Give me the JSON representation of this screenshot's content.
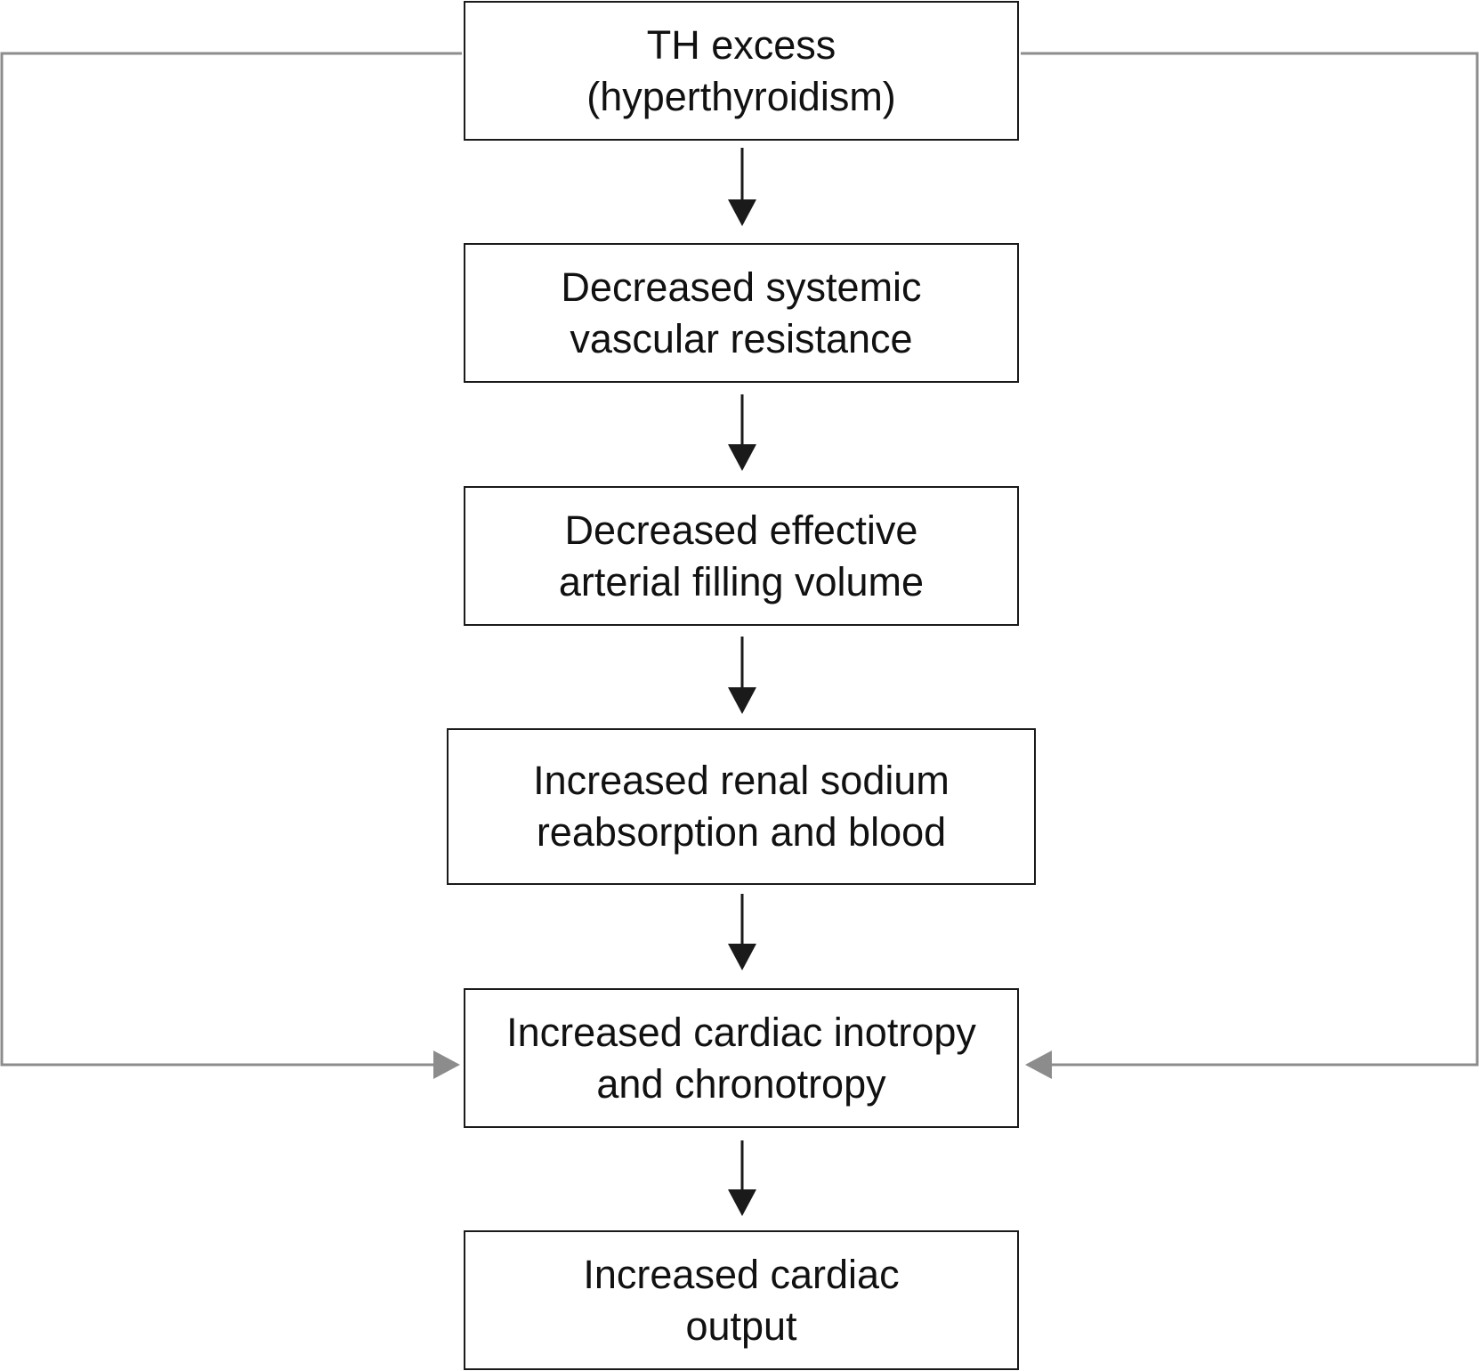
{
  "diagram": {
    "nodes": [
      {
        "id": "th_excess",
        "lines": [
          "TH excess",
          "(hyperthyroidism)"
        ]
      },
      {
        "id": "svr",
        "lines": [
          "Decreased systemic",
          "vascular resistance"
        ]
      },
      {
        "id": "eafv",
        "lines": [
          "Decreased effective",
          "arterial filling volume"
        ]
      },
      {
        "id": "renal",
        "lines": [
          "Increased renal sodium",
          "reabsorption and blood"
        ]
      },
      {
        "id": "inotropy",
        "lines": [
          "Increased cardiac inotropy",
          "and chronotropy"
        ]
      },
      {
        "id": "output",
        "lines": [
          "Increased cardiac",
          "output"
        ]
      }
    ],
    "edges": [
      {
        "from": "th_excess",
        "to": "svr",
        "style": "main"
      },
      {
        "from": "svr",
        "to": "eafv",
        "style": "main"
      },
      {
        "from": "eafv",
        "to": "renal",
        "style": "main"
      },
      {
        "from": "renal",
        "to": "inotropy",
        "style": "main"
      },
      {
        "from": "inotropy",
        "to": "output",
        "style": "main"
      },
      {
        "from": "th_excess",
        "to": "inotropy",
        "style": "feedback",
        "side": "left"
      },
      {
        "from": "th_excess",
        "to": "inotropy",
        "style": "feedback",
        "side": "right"
      }
    ],
    "colors": {
      "main_arrow": "#1a1a1a",
      "feedback_arrow": "#8c8c8c",
      "box_border": "#1a1a1a"
    }
  }
}
